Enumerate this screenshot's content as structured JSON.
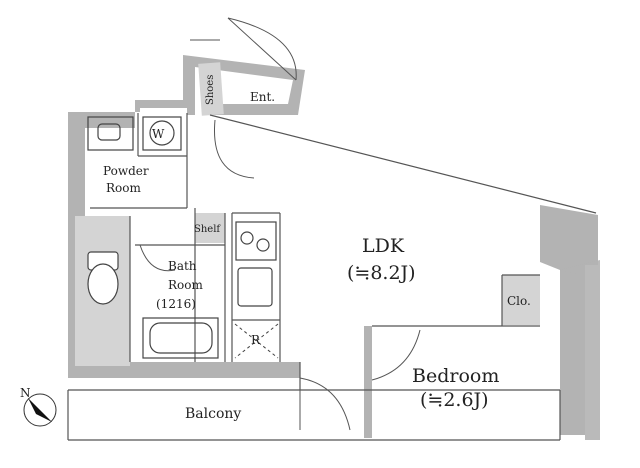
{
  "rooms": {
    "shoes": "Shoes",
    "entrance": "Ent.",
    "washer": "W",
    "powder_room": [
      "Powder",
      "Room"
    ],
    "shelf": "Shelf",
    "bath_room": [
      "Bath",
      "Room",
      "(1216)"
    ],
    "refrigerator": "R",
    "ldk": [
      "LDK",
      "(≒8.2J)"
    ],
    "closet": "Clo.",
    "bedroom": [
      "Bedroom",
      "(≒2.6J)"
    ],
    "balcony": "Balcony"
  },
  "compass": {
    "label": "N"
  },
  "colors": {
    "wall": "#b3b3b3",
    "inner": "#d4d4d4",
    "line": "#555555"
  }
}
